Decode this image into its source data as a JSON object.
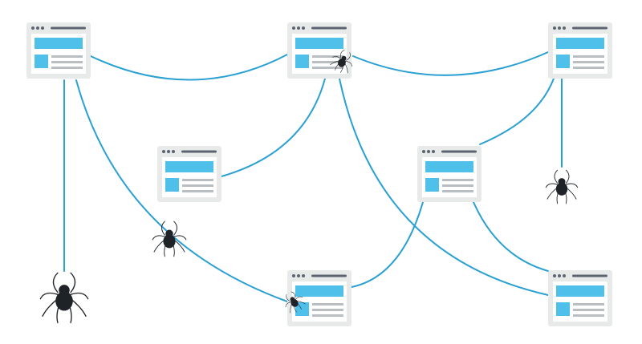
{
  "diagram": {
    "pages": [
      {
        "id": "page-1"
      },
      {
        "id": "page-2"
      },
      {
        "id": "page-3"
      },
      {
        "id": "page-4"
      },
      {
        "id": "page-5"
      },
      {
        "id": "page-6"
      },
      {
        "id": "page-7"
      }
    ],
    "links": [
      [
        "page-1",
        "page-2"
      ],
      [
        "page-2",
        "page-3"
      ],
      [
        "page-1",
        "spider-big"
      ],
      [
        "page-1",
        "page-6"
      ],
      [
        "page-2",
        "page-4"
      ],
      [
        "page-2",
        "page-7"
      ],
      [
        "page-3",
        "page-5"
      ],
      [
        "page-3",
        "spider-right"
      ],
      [
        "page-5",
        "page-6"
      ],
      [
        "page-5",
        "page-7"
      ]
    ],
    "spiders": [
      "spider-big",
      "spider-center-left",
      "spider-top-middle",
      "spider-right",
      "spider-bottom-middle"
    ]
  },
  "colors": {
    "accent_blue": "#4fc0ea",
    "link_blue": "#2aa0d3",
    "frame_grey": "#e7eae9",
    "spider_black": "#1f2328"
  }
}
